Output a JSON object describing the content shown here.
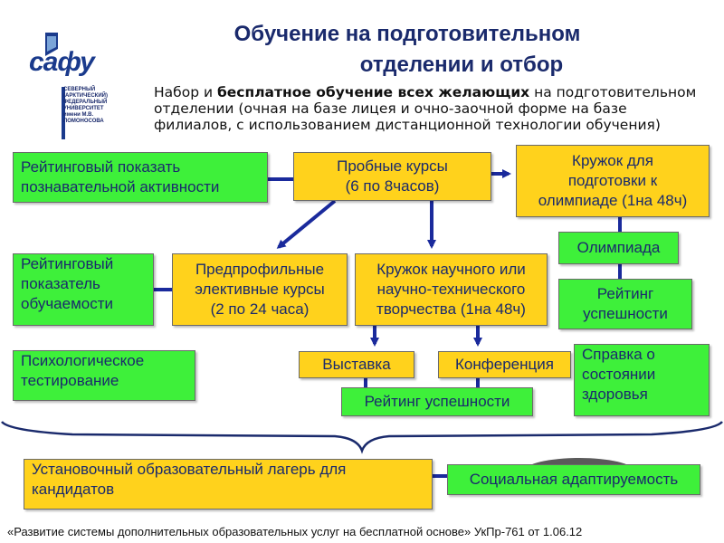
{
  "title_line1": "Обучение на подготовительном",
  "title_line2": "отделении и отбор",
  "intro": {
    "prefix": "Набор и ",
    "bold": "бесплатное обучение всех желающих",
    "suffix": " на подготовительном отделении (очная на базе лицея и очно-заочной форме на базе филиалов, с использованием дистанционной технологии обучения)"
  },
  "logo": {
    "word": "сафу",
    "lines": [
      "СЕВЕРНЫЙ",
      "(АРКТИЧЕСКИЙ)",
      "ФЕДЕРАЛЬНЫЙ",
      "УНИВЕРСИТЕТ",
      "имени М.В. ЛОМОНОСОВА"
    ]
  },
  "boxes": {
    "rating_cognitive": "Рейтинговый показать познавательной активности",
    "trial_courses_1": "Пробные курсы",
    "trial_courses_2": "(6 по 8часов)",
    "olympiad_club_1": "Кружок для",
    "olympiad_club_2": "подготовки к",
    "olympiad_club_3": "олимпиаде (1на 48ч)",
    "olympiad": "Олимпиада",
    "rating_success_1": "Рейтинг",
    "rating_success_2": "успешности",
    "rating_learning_1": "Рейтинговый",
    "rating_learning_2": "показатель",
    "rating_learning_3": "обучаемости",
    "preprofile_1": "Предпрофильные",
    "preprofile_2": "элективные курсы",
    "preprofile_3": "(2 по 24 часа)",
    "science_club_1": "Кружок научного или",
    "science_club_2": "научно-технического",
    "science_club_3": "творчества (1на 48ч)",
    "psych_1": "Психологическое",
    "psych_2": "тестирование",
    "exhibition": "Выставка",
    "conference": "Конференция",
    "rating_success_bottom": "Рейтинг успешности",
    "health_1": "Справка о",
    "health_2": "состоянии",
    "health_3": "здоровья",
    "camp_1": "Установочный образовательный лагерь для",
    "camp_2": "кандидатов",
    "social": "Социальная адаптируемость"
  },
  "footer": "«Развитие системы дополнительных образовательных услуг на бесплатной основе» УкПр-761 от 1.06.12",
  "colors": {
    "green": "#3ef03a",
    "yellow": "#ffd21c",
    "line": "#1a2a9c",
    "text": "#1a2a6c"
  }
}
